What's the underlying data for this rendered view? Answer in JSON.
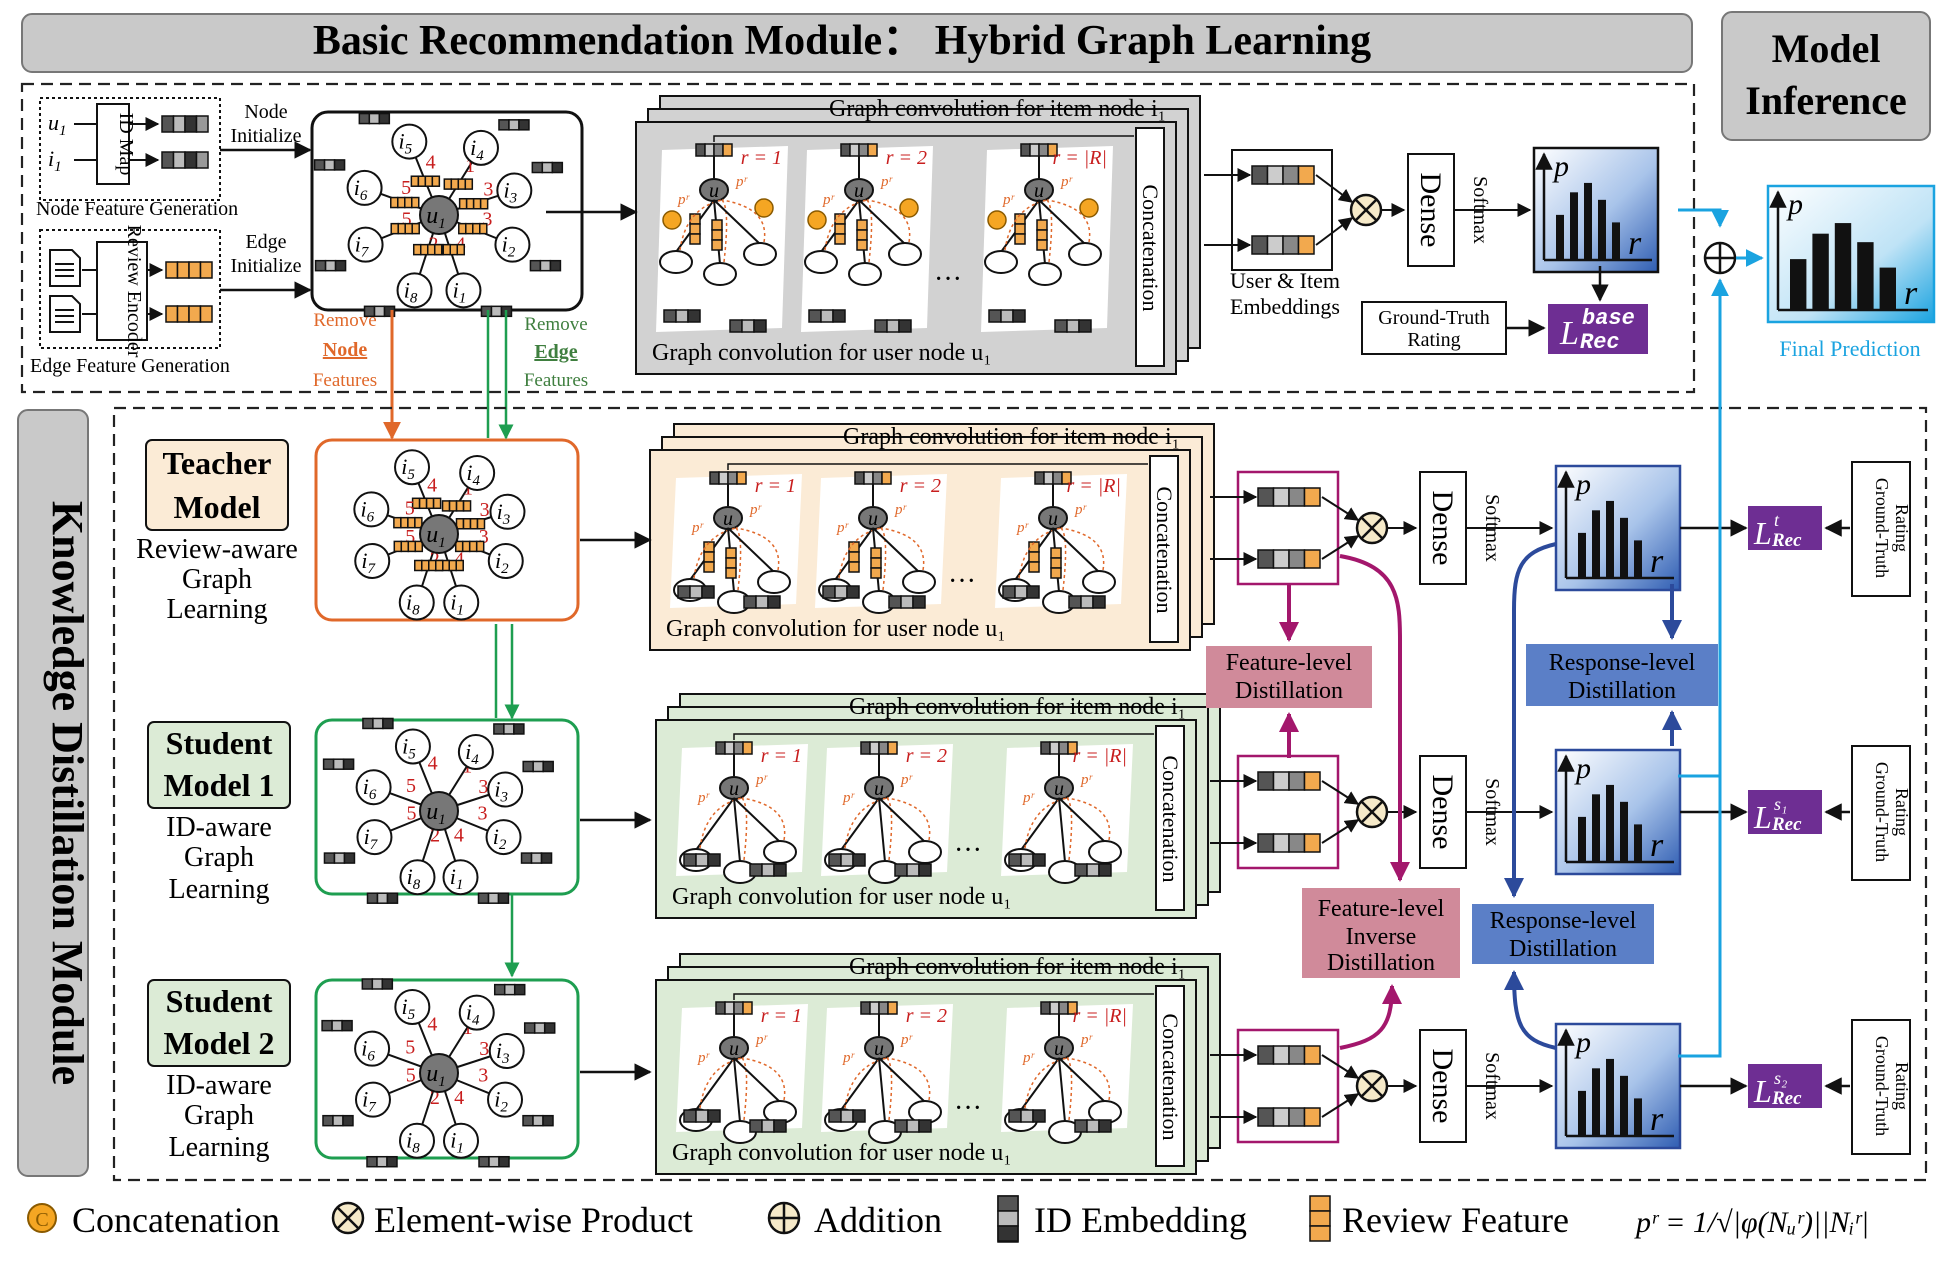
{
  "basic_module": {
    "title": "Basic Recommendation Module： Hybrid Graph Learning",
    "node_feature_generation": "Node Feature Generation",
    "edge_feature_generation": "Edge Feature Generation",
    "id_map": "ID Map",
    "review_encoder": "Review Encoder",
    "node_initialize": [
      "Node",
      "Initialize"
    ],
    "edge_initialize": [
      "Edge",
      "Initialize"
    ],
    "user_label": "u1",
    "item_label": "i1",
    "item_conv_title": "Graph convolution for item node i₁",
    "user_conv_title": "Graph convolution for user node u₁",
    "concatenation": "Concatenation",
    "embeddings_label": [
      "User & Item",
      "Embeddings"
    ],
    "dense": "Dense",
    "softmax": "Softmax",
    "ground_truth": [
      "Ground-Truth",
      "Rating"
    ],
    "loss_label": "L",
    "loss_sup": "base",
    "loss_sub": "Rec"
  },
  "inference": {
    "title": [
      "Model",
      "Inference"
    ],
    "final_prediction": "Final Prediction"
  },
  "transfer": {
    "remove_node": [
      "Remove",
      "Node",
      "Features"
    ],
    "remove_edge": [
      "Remove",
      "Edge",
      "Features"
    ]
  },
  "kd_module": {
    "title": "Knowledge Distillation Module",
    "teacher": {
      "name": [
        "Teacher",
        "Model"
      ],
      "desc": [
        "Review-aware",
        "Graph",
        "Learning"
      ],
      "loss_sup": "t"
    },
    "student1": {
      "name": [
        "Student",
        "Model 1"
      ],
      "desc": [
        "ID-aware",
        "Graph",
        "Learning"
      ],
      "loss_sup": "s₁"
    },
    "student2": {
      "name": [
        "Student",
        "Model 2"
      ],
      "desc": [
        "ID-aware",
        "Graph",
        "Learning"
      ],
      "loss_sup": "s₂"
    },
    "feature_distill": [
      "Feature-level",
      "Distillation"
    ],
    "inverse_distill": [
      "Feature-level",
      "Inverse",
      "Distillation"
    ],
    "response_distill_1": [
      "Response-level",
      "Distillation"
    ],
    "response_distill_2": [
      "Response-level",
      "Distillation"
    ],
    "ground_truth": [
      "Ground-Truth",
      "Rating"
    ]
  },
  "graph": {
    "center": "u",
    "center_sub": "1",
    "items": [
      "5",
      "4",
      "3",
      "2",
      "1",
      "8",
      "7",
      "6"
    ],
    "edge_ratings": [
      "4",
      "1",
      "3",
      "3",
      "4",
      "2",
      "5",
      "5"
    ],
    "relation_labels": [
      "r = 1",
      "r = 2",
      "r = |R|"
    ],
    "pr": "pʳ",
    "ellipsis": "···"
  },
  "chart_axes": {
    "p": "p",
    "r": "r"
  },
  "legend": [
    {
      "symbol": "C",
      "label": "Concatenation"
    },
    {
      "symbol": "⊗",
      "label": "Element-wise Product"
    },
    {
      "symbol": "⊕",
      "label": "Addition"
    },
    {
      "symbol": "id-embedding",
      "label": "ID Embedding"
    },
    {
      "symbol": "review-feature",
      "label": "Review Feature"
    }
  ],
  "formula": "pʳ = 1/√|φ(Nᵤʳ)||Nᵢʳ|",
  "colors": {
    "orange": "#F2A94E",
    "orange_line": "#E0682A",
    "green": "#1E9E50",
    "purple": "#A3176C",
    "blue": "#3B5CB0",
    "cyan": "#1AA3E0",
    "gray_header": "#CFCFCF",
    "teacher_bg": "#FBEBD6",
    "student_bg": "#DCEBD6",
    "loss_bg": "#6E2E93",
    "distill_pink": "#D08A9A",
    "distill_blue": "#5B7FC7"
  }
}
